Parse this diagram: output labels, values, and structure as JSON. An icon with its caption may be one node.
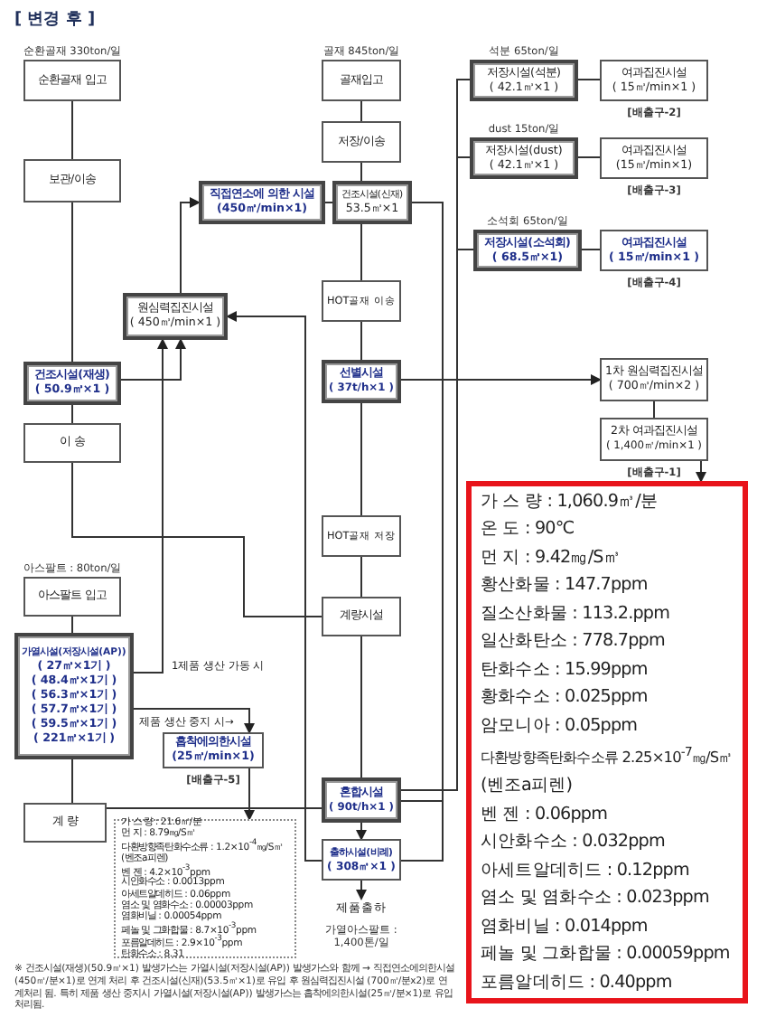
{
  "diagram": {
    "title": "[ 변경 후 ]",
    "caption": "※ 건조시설(재생)(50.9㎥×1) 발생가스는 가열시설(저장시설(AP)) 발생가스와 함께 → 직접연소에의한시설(450㎥/분×1)로 연계 처리 후 건조시설(신재)(53.5㎥×1)로 유입 후 원심력집진시설 (700㎥/분x2)로 연계처리 됨. 특히 제품 생산 중지시 가열시설(저장시설(AP)) 발생가스는 흡착에의한시설(25㎥/분×1)로 유입 처리됨.",
    "nodes": [
      {
        "text": [
          "순환골재 입고"
        ],
        "beside": [
          "순환골재 330ton/일"
        ]
      },
      {
        "text": [
          "보관/이송"
        ]
      },
      {
        "text": [
          "원심력집진시설",
          "( 450㎥/min×1 )"
        ]
      },
      {
        "text": [
          "직접연소에 의한 시설",
          "(450㎥/min×1)"
        ]
      },
      {
        "text": [
          "건조시설(재생)",
          "( 50.9㎥×1 )"
        ]
      },
      {
        "text": [
          "이 송"
        ]
      },
      {
        "text": [
          "골재입고"
        ],
        "beside": [
          "골재 845ton/일"
        ]
      },
      {
        "text": [
          "저장/이송"
        ]
      },
      {
        "text": [
          "건조시설(신재)",
          "53.5㎥×1"
        ]
      },
      {
        "text": [
          "HOT골재 이송"
        ]
      },
      {
        "text": [
          "선별시설",
          "( 37t/h×1 )"
        ]
      },
      {
        "text": [
          "HOT골재 저장"
        ]
      },
      {
        "text": [
          "계량시설"
        ]
      },
      {
        "text": [
          "저장시설(석분)",
          "( 42.1㎥×1 )"
        ],
        "beside": [
          "석분 65ton/일"
        ]
      },
      {
        "text": [
          "여과집진시설",
          "( 15㎥/min×1 )"
        ],
        "beside": [
          "[배출구-2]"
        ]
      },
      {
        "text": [
          "저장시설(dust)",
          "( 42.1㎥×1 )"
        ],
        "beside": [
          "dust 15ton/일"
        ]
      },
      {
        "text": [
          "여과집진시설",
          "(15㎥/min×1)"
        ],
        "beside": [
          "[배출구-3]"
        ]
      },
      {
        "text": [
          "저장시설(소석회)",
          "( 68.5㎥×1)"
        ],
        "beside": [
          "소석회 65ton/일"
        ]
      },
      {
        "text": [
          "여과집진시설",
          "( 15㎥/min×1 )"
        ],
        "beside": [
          "[배출구-4]"
        ]
      },
      {
        "text": [
          "1차 원심력집진시설",
          "( 700㎥/min×2 )"
        ]
      },
      {
        "text": [
          "2차 여과집진시설",
          "( 1,400㎥/min×1 )"
        ],
        "beside": [
          "[배출구-1]"
        ]
      },
      {
        "text": [
          "가 스 량 : 1,060.9㎥/분",
          "온 도 : 90℃",
          "먼 지 : 9.42㎎/S㎥",
          "황산화물 : 147.7ppm",
          "질소산화물 : 113.2.ppm",
          "일산화탄소 : 778.7ppm",
          "탄화수소 : 15.99ppm",
          "황화수소 : 0.025ppm",
          "암모니아 : 0.05ppm",
          "다환방향족탄화수소류 2.25×10$^{-7}$㎎/S㎥",
          "(벤조a피렌)",
          "벤 젠 : 0.06ppm",
          "시안화수소 : 0.032ppm",
          "아세트알데히드 : 0.12ppm",
          "염소 및 염화수소 : 0.023ppm",
          "염화비닐 : 0.014ppm",
          "페놀 및 그화합물 : 0.00059ppm",
          "포름알데히드 : 0.40ppm"
        ]
      },
      {
        "text": [
          "아스팔트 입고"
        ],
        "beside": [
          "아스팔트 : 80ton/일"
        ]
      },
      {
        "text": [
          "가열시설(저장시설(AP))",
          "( 27㎥×1기 )",
          "( 48.4㎥×1기 )",
          "( 56.3㎥×1기 )",
          "( 57.7㎥×1기 )",
          "( 59.5㎥×1기 )",
          "( 221㎥×1기 )"
        ]
      },
      {
        "text": [
          "흡착에의한시설",
          "(25㎥/min×1)"
        ],
        "beside": [
          "[배출구-5]"
        ]
      },
      {
        "text": [
          "계 량"
        ]
      },
      {
        "text": [
          "혼합시설",
          "( 90t/h×1 )"
        ]
      },
      {
        "text": [
          "출하시설(비례)",
          "( 308㎥×1 )"
        ]
      },
      {
        "text": [
          "제품출하"
        ],
        "beside": [
          "가열아스팔트 : 1,400톤/일"
        ]
      },
      {
        "text": [
          "가 스 량 : 21.6㎥/분",
          "먼 지 : 8.79㎎/S㎥",
          "다환방향족탄화수소류 : 1.2×10$^{-4}$㎎/S㎥",
          "(벤조a피렌)",
          "벤 젠 : 4.2×10$^{-3}$ppm",
          "시안화수소 : 0.0013ppm",
          "아세트알데히드 : 0.06ppm",
          "염소 및 염화수소 : 0.00003ppm",
          "염화비닐 : 0.00054ppm",
          "페놀 및 그화합물 : 8.7×10$^{-3}$ppm",
          "포름알데히드 : 2.9×10$^{-3}$ppm",
          "탄화수소 : 8.31"
        ]
      }
    ],
    "edges": [
      {
        "from": 0,
        "to": 1,
        "arrow": "none"
      },
      {
        "from": 1,
        "to": 4,
        "arrow": "none"
      },
      {
        "from": 4,
        "to": 5,
        "arrow": "none"
      },
      {
        "from": 5,
        "to": 12,
        "arrow": "none"
      },
      {
        "from": 4,
        "to": 2,
        "arrow": "to"
      },
      {
        "from": 2,
        "to": 3,
        "arrow": "to"
      },
      {
        "from": 3,
        "to": 8,
        "arrow": "none"
      },
      {
        "from": 6,
        "to": 7,
        "arrow": "none"
      },
      {
        "from": 7,
        "to": 8,
        "arrow": "none"
      },
      {
        "from": 8,
        "to": 9,
        "arrow": "none"
      },
      {
        "from": 9,
        "to": 10,
        "arrow": "none"
      },
      {
        "from": 10,
        "to": 11,
        "arrow": "none"
      },
      {
        "from": 11,
        "to": 12,
        "arrow": "none"
      },
      {
        "from": 12,
        "to": 26,
        "arrow": "none"
      },
      {
        "from": 26,
        "to": 27,
        "arrow": "to"
      },
      {
        "from": 27,
        "to": 28,
        "arrow": "to"
      },
      {
        "from": 25,
        "to": 26,
        "arrow": "none"
      },
      {
        "from": 22,
        "to": 23,
        "arrow": "none"
      },
      {
        "from": 23,
        "to": 25,
        "arrow": "none"
      },
      {
        "from": 23,
        "to": 2,
        "arrow": "to",
        "label": "1제품 생산 가동 시"
      },
      {
        "from": 23,
        "to": 24,
        "arrow": "to",
        "label": "제품 생산 중지 시→"
      },
      {
        "from": 24,
        "to": 29,
        "arrow": "to"
      },
      {
        "from": 10,
        "to": 19,
        "arrow": "to"
      },
      {
        "from": 19,
        "to": 20,
        "arrow": "none"
      },
      {
        "from": 20,
        "to": 21,
        "arrow": "to"
      },
      {
        "from": 13,
        "to": 14,
        "arrow": "none"
      },
      {
        "from": 15,
        "to": 16,
        "arrow": "none"
      },
      {
        "from": 17,
        "to": 18,
        "arrow": "none"
      },
      {
        "from": 13,
        "to": 26,
        "arrow": "none"
      },
      {
        "from": 15,
        "to": 26,
        "arrow": "none"
      },
      {
        "from": 17,
        "to": 26,
        "arrow": "none"
      },
      {
        "from": 26,
        "to": 8,
        "arrow": "none"
      },
      {
        "from": 27,
        "to": 8,
        "arrow": "none"
      },
      {
        "from": 27,
        "to": 2,
        "arrow": "to"
      }
    ]
  }
}
